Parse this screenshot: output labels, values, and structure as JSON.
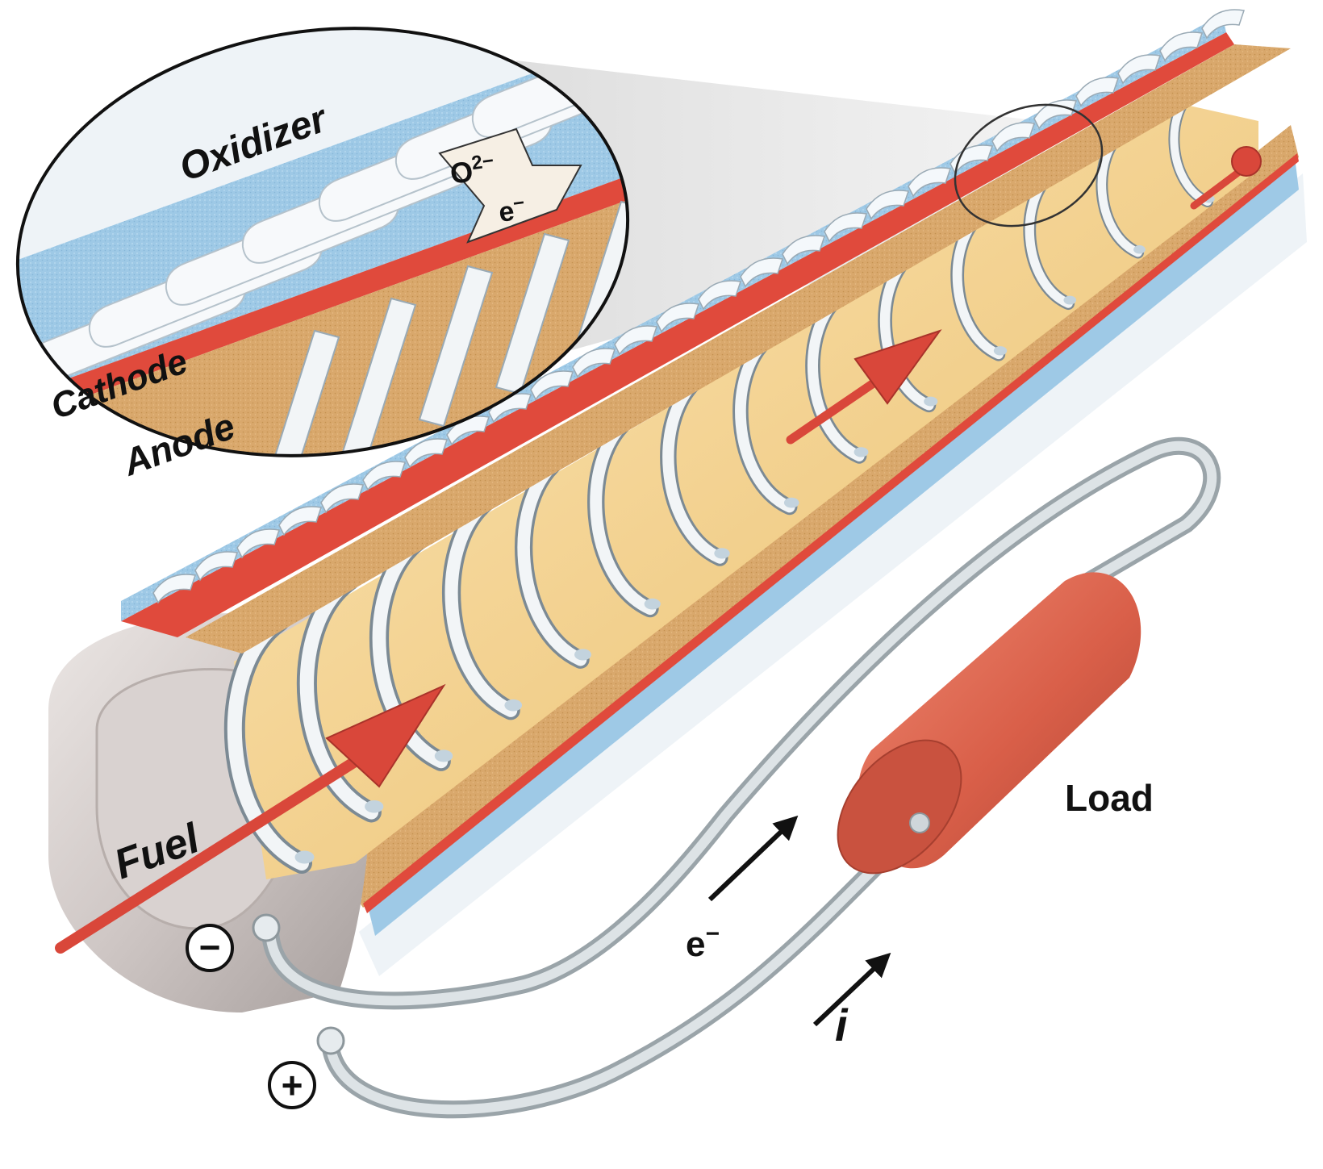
{
  "labels": {
    "oxidizer": "Oxidizer",
    "cathode": "Cathode",
    "anode": "Anode",
    "fuel": "Fuel",
    "load": "Load",
    "oxide_ion": "O",
    "oxide_charge": "2−",
    "electron_inset": "e",
    "electron_inset_charge": "−",
    "electron_flow": "e",
    "electron_flow_charge": "−",
    "current": "i",
    "negative_terminal": "−",
    "positive_terminal": "+"
  },
  "colors": {
    "electrolyte_red": "#e04a3c",
    "arrow_red": "#d9473a",
    "anode_tan": "#d9a86c",
    "fuel_yellow": "#f2d08f",
    "cathode_blue": "#9ec9e6",
    "interconnect_white": "#eef3f7",
    "tube_gray": "#c9c1bf",
    "wire_gray": "#cfd6da",
    "load_red": "#d9604a"
  },
  "icons": {
    "negative_terminal": "minus-circle-icon",
    "positive_terminal": "plus-circle-icon"
  }
}
